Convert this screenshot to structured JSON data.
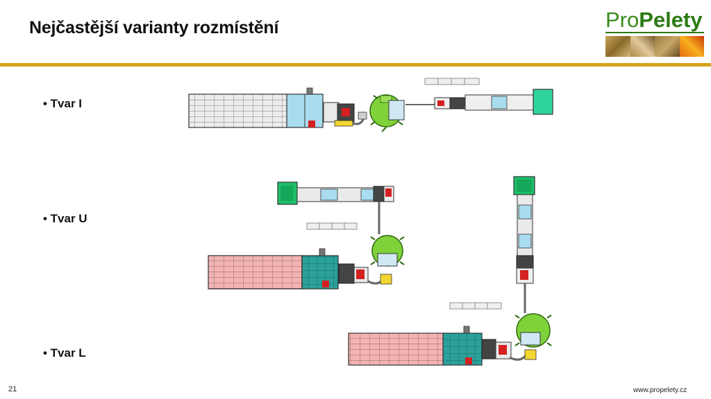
{
  "header": {
    "title": "Nejčastější varianty rozmístění"
  },
  "logo": {
    "word_a": "Pro",
    "word_b": "Pelety"
  },
  "bullets": [
    {
      "label": "• Tvar I"
    },
    {
      "label": "• Tvar U"
    },
    {
      "label": "• Tvar L"
    }
  ],
  "footer": {
    "page_number": "21",
    "website": "www.propelety.cz"
  },
  "colors": {
    "accent_rule": "#d4a21a",
    "brand_green": "#2c7a14",
    "dryer_pink": "#f2b3b3",
    "dryer_grey": "#e8e8e8",
    "module_teal": "#2aa19a",
    "module_lightblue": "#a9dcee",
    "press_green": "#7fd23a",
    "machine_red": "#d42020"
  }
}
